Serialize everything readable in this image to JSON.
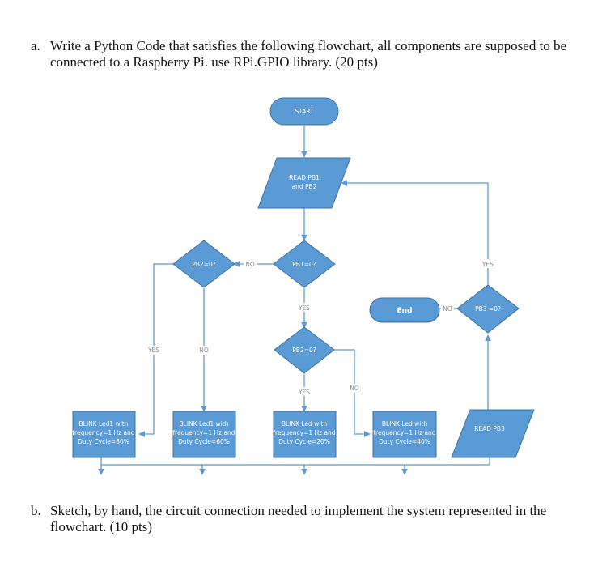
{
  "question_a": {
    "label": "a.",
    "line1": "Write a Python Code that satisfies the following flowchart, all components are supposed to be",
    "line2": "connected to a Raspberry Pi. use RPi.GPIO library. (20 pts)"
  },
  "question_b": {
    "label": "b.",
    "line1": "Sketch, by hand, the circuit connection needed to implement the system represented in the",
    "line2": "flowchart. (10 pts)"
  },
  "flowchart": {
    "start": "START",
    "read_pb1_l1": "READ PB1",
    "read_pb1_l2": "and PB2",
    "pb2_left": "PB2=0?",
    "pb1": "PB1=0?",
    "pb2_mid": "PB2=0?",
    "end": "End",
    "pb3": "PB3 =0?",
    "read_pb3": "READ PB3",
    "blink1_l1": "BLINK Led1 with",
    "blink1_l2": "frequency=1 Hz and",
    "blink1_l3": "Duty Cycle=80%",
    "blink2_l1": "BLINK Led1 with",
    "blink2_l2": "frequency=1 Hz and",
    "blink2_l3": "Duty Cycle=60%",
    "blink3_l1": "BLINK Led with",
    "blink3_l2": "frequency=1 Hz and",
    "blink3_l3": "Duty Cycle=20%",
    "blink4_l1": "BLINK Led with",
    "blink4_l2": "frequency=1 Hz and",
    "blink4_l3": "Duty Cycle=40%",
    "edge_no_pb1": "NO",
    "edge_yes_pb1": "YES",
    "edge_yes_left": "YES",
    "edge_no_left": "NO",
    "edge_yes_mid": "YES",
    "edge_no_mid": "NO",
    "edge_no_end": "NO",
    "edge_yes_pb3": "YES"
  }
}
